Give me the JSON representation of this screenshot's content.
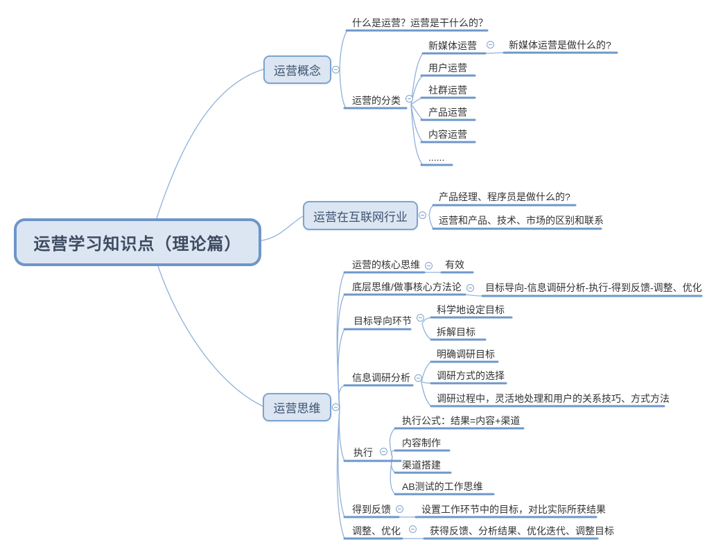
{
  "root": {
    "label": "运营学习知识点（理论篇）"
  },
  "branches": [
    {
      "label": "运营概念",
      "children": [
        {
          "label": "什么是运营？运营是干什么的？"
        },
        {
          "label": "运营的分类",
          "children": [
            {
              "label": "新媒体运营",
              "children": [
                {
                  "label": "新媒体运营是做什么的?"
                }
              ]
            },
            {
              "label": "用户运营"
            },
            {
              "label": "社群运营"
            },
            {
              "label": "产品运营"
            },
            {
              "label": "内容运营"
            },
            {
              "label": "......"
            }
          ]
        }
      ]
    },
    {
      "label": "运营在互联网行业",
      "children": [
        {
          "label": "产品经理、程序员是做什么的?"
        },
        {
          "label": "运营和产品、技术、市场的区别和联系"
        }
      ]
    },
    {
      "label": "运营思维",
      "children": [
        {
          "label": "运营的核心思维",
          "children": [
            {
              "label": "有效"
            }
          ]
        },
        {
          "label": "底层思维/做事核心方法论",
          "children": [
            {
              "label": "目标导向-信息调研分析-执行-得到反馈-调整、优化"
            }
          ]
        },
        {
          "label": "目标导向环节",
          "children": [
            {
              "label": "科学地设定目标"
            },
            {
              "label": "拆解目标"
            }
          ]
        },
        {
          "label": "信息调研分析",
          "children": [
            {
              "label": "明确调研目标"
            },
            {
              "label": "调研方式的选择"
            },
            {
              "label": "调研过程中，灵活地处理和用户的关系技巧、方式方法"
            }
          ]
        },
        {
          "label": "执行",
          "children": [
            {
              "label": "执行公式：结果=内容+渠道"
            },
            {
              "label": "内容制作"
            },
            {
              "label": "渠道搭建"
            },
            {
              "label": "AB测试的工作思维"
            }
          ]
        },
        {
          "label": "得到反馈",
          "children": [
            {
              "label": "设置工作环节中的目标，对比实际所获结果"
            }
          ]
        },
        {
          "label": "调整、优化",
          "children": [
            {
              "label": "获得反馈、分析结果、优化迭代、调整目标"
            }
          ]
        }
      ]
    }
  ],
  "colors": {
    "branch_line": "#8FB0D9",
    "underline": "#6D97CA",
    "box_fill": "#DCE6F2",
    "box_border": "#7DA3CF",
    "root_border": "#6D96C8",
    "root_text": "#3D4B61",
    "topic_text": "#3C5270",
    "node_text": "#323232"
  }
}
